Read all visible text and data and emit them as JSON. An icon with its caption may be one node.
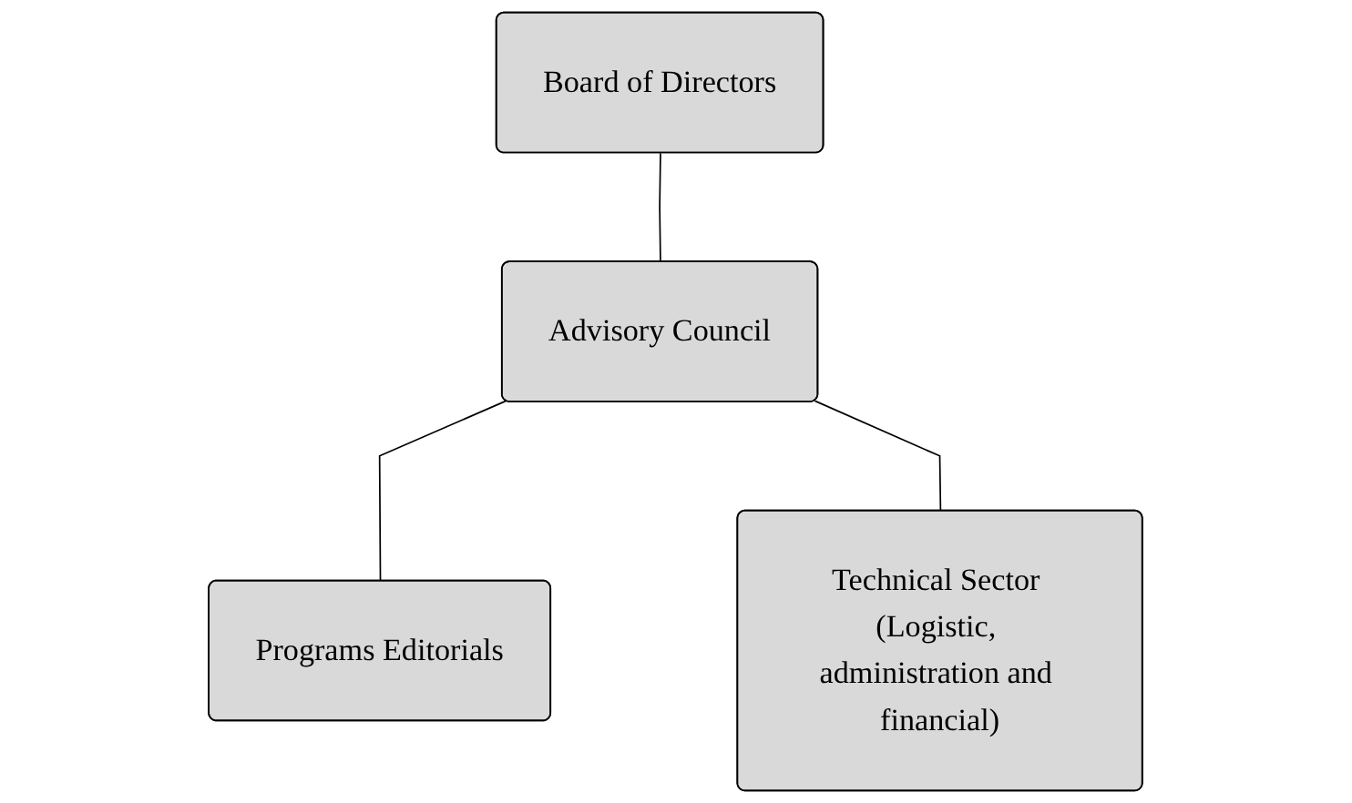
{
  "diagram": {
    "nodes": [
      {
        "text": [
          "Board of Directors"
        ]
      },
      {
        "text": [
          "Advisory Council"
        ]
      },
      {
        "text": [
          "Programs Editorials"
        ]
      },
      {
        "text": [
          "Technical Sector (Logistic, administration and financial)"
        ]
      }
    ],
    "edges": [
      {
        "from": 0,
        "to": 1,
        "arrow": "none"
      },
      {
        "from": 1,
        "to": 2,
        "arrow": "none"
      },
      {
        "from": 1,
        "to": 3,
        "arrow": "none"
      }
    ]
  }
}
